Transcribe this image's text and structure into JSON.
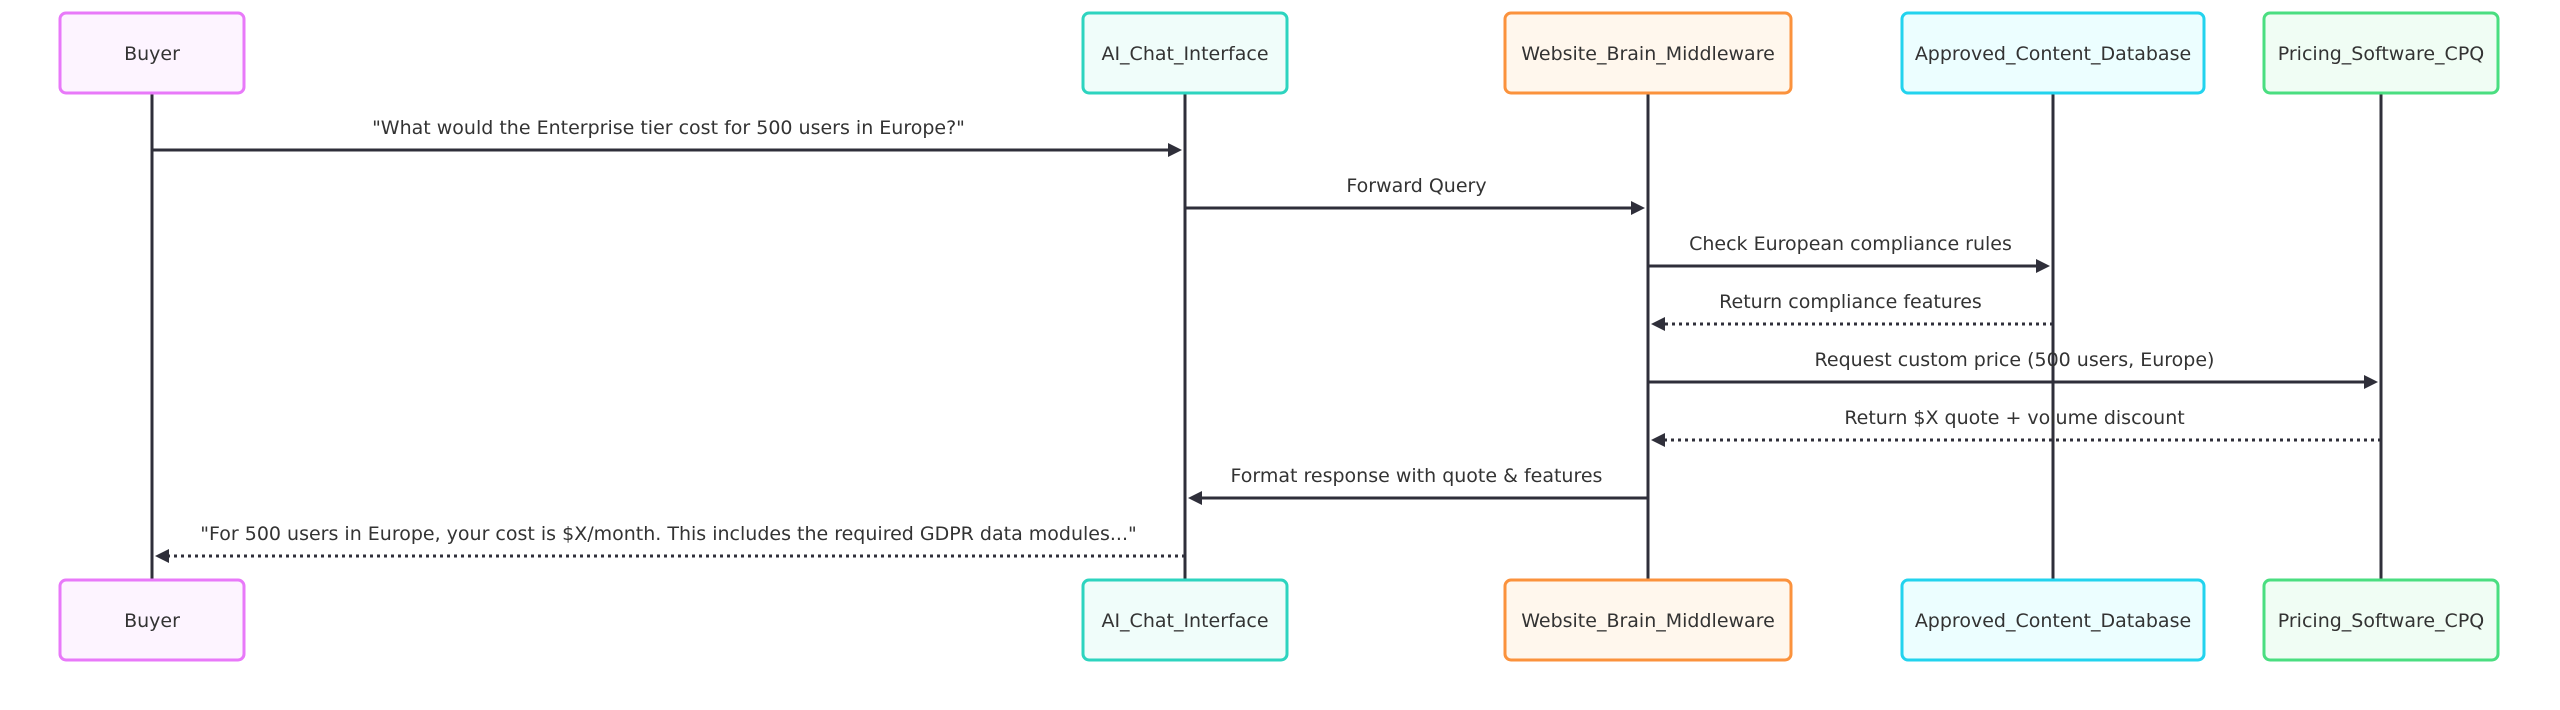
{
  "actors": [
    {
      "id": "buyer",
      "label": "Buyer",
      "stroke": "#e879f9",
      "fill": "#fdf4ff"
    },
    {
      "id": "chat",
      "label": "AI_Chat_Interface",
      "stroke": "#2dd4bf",
      "fill": "#f0fdfa"
    },
    {
      "id": "brain",
      "label": "Website_Brain_Middleware",
      "stroke": "#fb923c",
      "fill": "#fff7ed"
    },
    {
      "id": "content",
      "label": "Approved_Content_Database",
      "stroke": "#22d3ee",
      "fill": "#ecfeff"
    },
    {
      "id": "pricing",
      "label": "Pricing_Software_CPQ",
      "stroke": "#4ade80",
      "fill": "#f0fdf4"
    }
  ],
  "messages": [
    {
      "from": "buyer",
      "to": "chat",
      "style": "solid",
      "text": "\"What would the Enterprise tier cost for 500 users in Europe?\""
    },
    {
      "from": "chat",
      "to": "brain",
      "style": "solid",
      "text": "Forward Query"
    },
    {
      "from": "brain",
      "to": "content",
      "style": "solid",
      "text": "Check European compliance rules"
    },
    {
      "from": "content",
      "to": "brain",
      "style": "dotted",
      "text": "Return compliance features"
    },
    {
      "from": "brain",
      "to": "pricing",
      "style": "solid",
      "text": "Request custom price (500 users, Europe)"
    },
    {
      "from": "pricing",
      "to": "brain",
      "style": "dotted",
      "text": "Return $X quote + volume discount"
    },
    {
      "from": "brain",
      "to": "chat",
      "style": "solid",
      "text": "Format response with quote & features"
    },
    {
      "from": "chat",
      "to": "buyer",
      "style": "dotted",
      "text": "\"For 500 users in Europe, your cost is $X/month. This includes the required GDPR data modules...\""
    }
  ]
}
